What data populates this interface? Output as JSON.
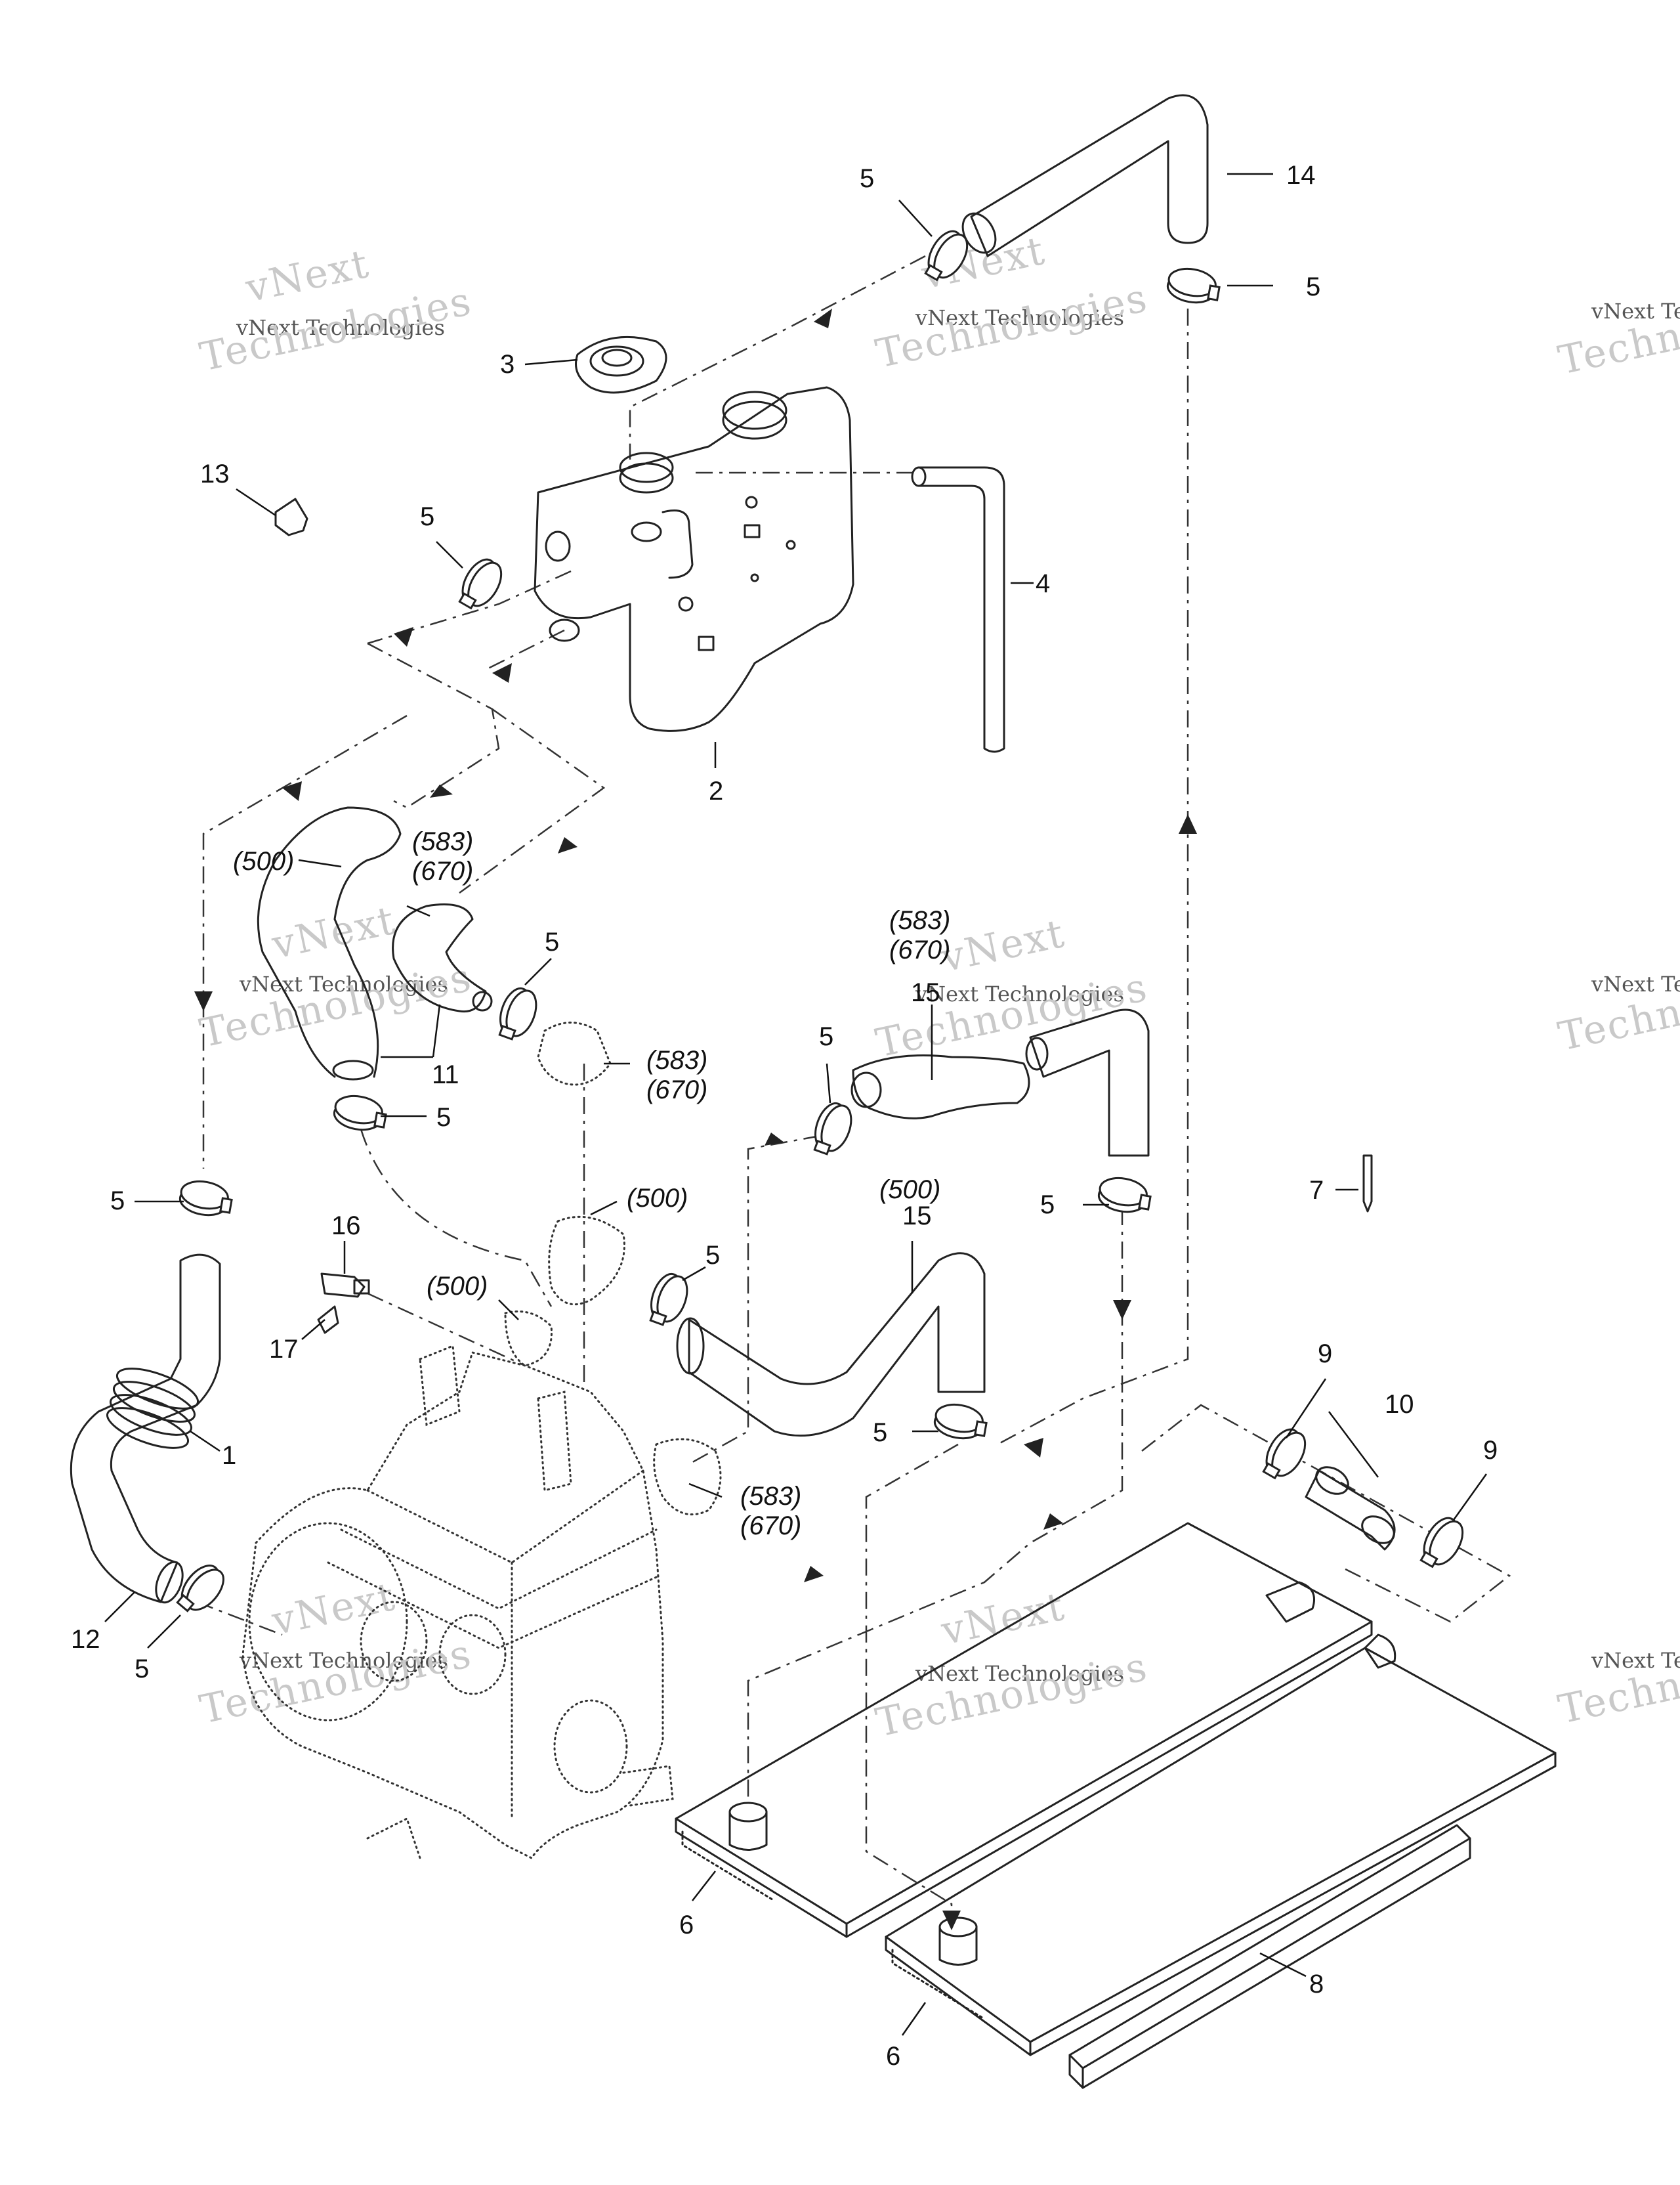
{
  "watermark": {
    "line1": "vNext Technologies",
    "line2": "vNext",
    "line3": "Technologies"
  },
  "callouts": {
    "p1": "1",
    "p2": "2",
    "p3": "3",
    "p4": "4",
    "p5": "5",
    "p6": "6",
    "p7": "7",
    "p8": "8",
    "p9": "9",
    "p10": "10",
    "p11": "11",
    "p12": "12",
    "p13": "13",
    "p14": "14",
    "p15": "15",
    "p16": "16",
    "p17": "17"
  },
  "engine_notes": {
    "e500": "(500)",
    "e583": "(583)",
    "e670": "(670)"
  }
}
